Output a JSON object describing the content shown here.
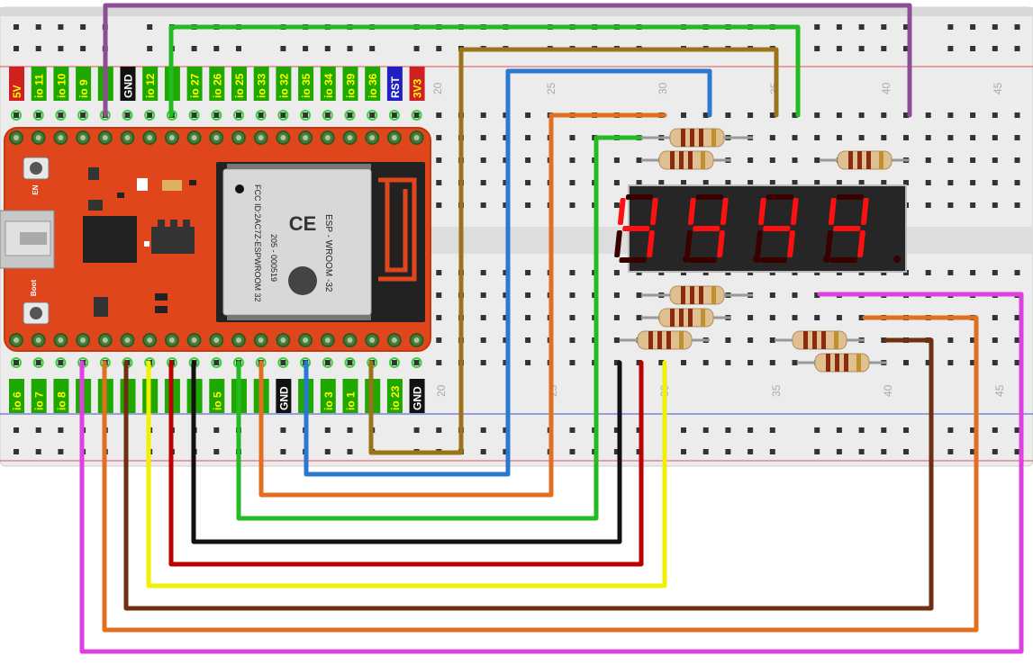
{
  "colors": {
    "board": "#e0461b",
    "board_edge": "#c23a12",
    "breadboard": "#ececec",
    "label_green": "#1fa800",
    "label_yellow_text": "#ffff00",
    "wire_purple": "#8e4e96",
    "wire_green": "#22bb22",
    "wire_olive": "#9a7418",
    "wire_blue": "#2a78d0",
    "wire_orange": "#e07020",
    "wire_black": "#111111",
    "wire_red": "#bb0000",
    "wire_yellow": "#f0f000",
    "wire_brown": "#6e3010",
    "wire_magenta": "#e040e0",
    "segment_on": "#ff1010",
    "segment_off": "#3a0000"
  },
  "breadboard": {
    "column_numbers_top": [
      "20",
      "25",
      "30",
      "35",
      "40",
      "45"
    ],
    "column_numbers_bottom": [
      "20",
      "25",
      "30",
      "35",
      "40",
      "45"
    ]
  },
  "board": {
    "top_pins": [
      "5V",
      "io 11",
      "io 10",
      "io 9",
      "",
      "GND",
      "io 12",
      "",
      "io 27",
      "io 26",
      "io 25",
      "io 33",
      "io 32",
      "io 35",
      "io 34",
      "io 39",
      "io 36",
      "RST",
      "3V3"
    ],
    "bottom_pins": [
      "io 6",
      "io 7",
      "io 8",
      "",
      "",
      "",
      "",
      "",
      "",
      "io 5",
      "",
      "",
      "GND",
      "",
      "io 3",
      "io 1",
      "",
      "io 23",
      "GND"
    ],
    "en_label": "EN",
    "boot_label": "Boot",
    "module": {
      "brand": "ESP - WROOM -32",
      "fcc": "FCC ID:2AC7Z-ESPWROOM 32",
      "cert": "205 - 000519"
    }
  },
  "display": {
    "digits": [
      "4",
      "4",
      "4",
      "4"
    ]
  }
}
